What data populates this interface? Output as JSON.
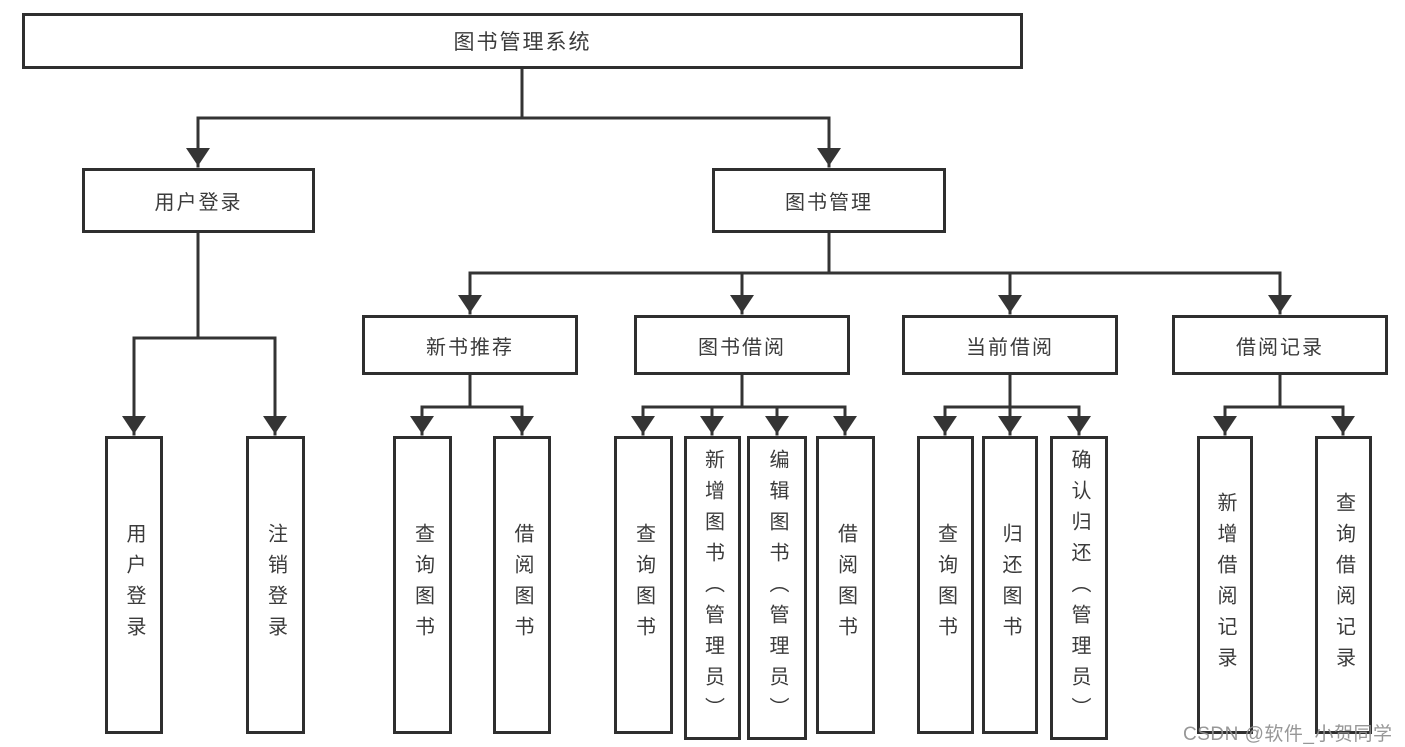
{
  "diagram": {
    "type": "hierarchy-tree",
    "colors": {
      "line": "#343434",
      "box_border": "#2f2f2f",
      "box_fill": "#ffffff",
      "text": "#3b3b3b",
      "watermark_text": "#8f8f8f",
      "background": "#ffffff"
    }
  },
  "tree": {
    "label": "图书管理系统",
    "children": [
      {
        "label": "用户登录",
        "children": [
          {
            "label": "用户登录"
          },
          {
            "label": "注销登录"
          }
        ]
      },
      {
        "label": "图书管理",
        "children": [
          {
            "label": "新书推荐",
            "children": [
              {
                "label": "查询图书"
              },
              {
                "label": "借阅图书"
              }
            ]
          },
          {
            "label": "图书借阅",
            "children": [
              {
                "label": "查询图书"
              },
              {
                "label": "新增图书（管理员）"
              },
              {
                "label": "编辑图书（管理员）"
              },
              {
                "label": "借阅图书"
              }
            ]
          },
          {
            "label": "当前借阅",
            "children": [
              {
                "label": "查询图书"
              },
              {
                "label": "归还图书"
              },
              {
                "label": "确认归还（管理员）"
              }
            ]
          },
          {
            "label": "借阅记录",
            "children": [
              {
                "label": "新增借阅记录"
              },
              {
                "label": "查询借阅记录"
              }
            ]
          }
        ]
      }
    ]
  },
  "watermark": {
    "text": "CSDN @软件_小贺同学"
  }
}
